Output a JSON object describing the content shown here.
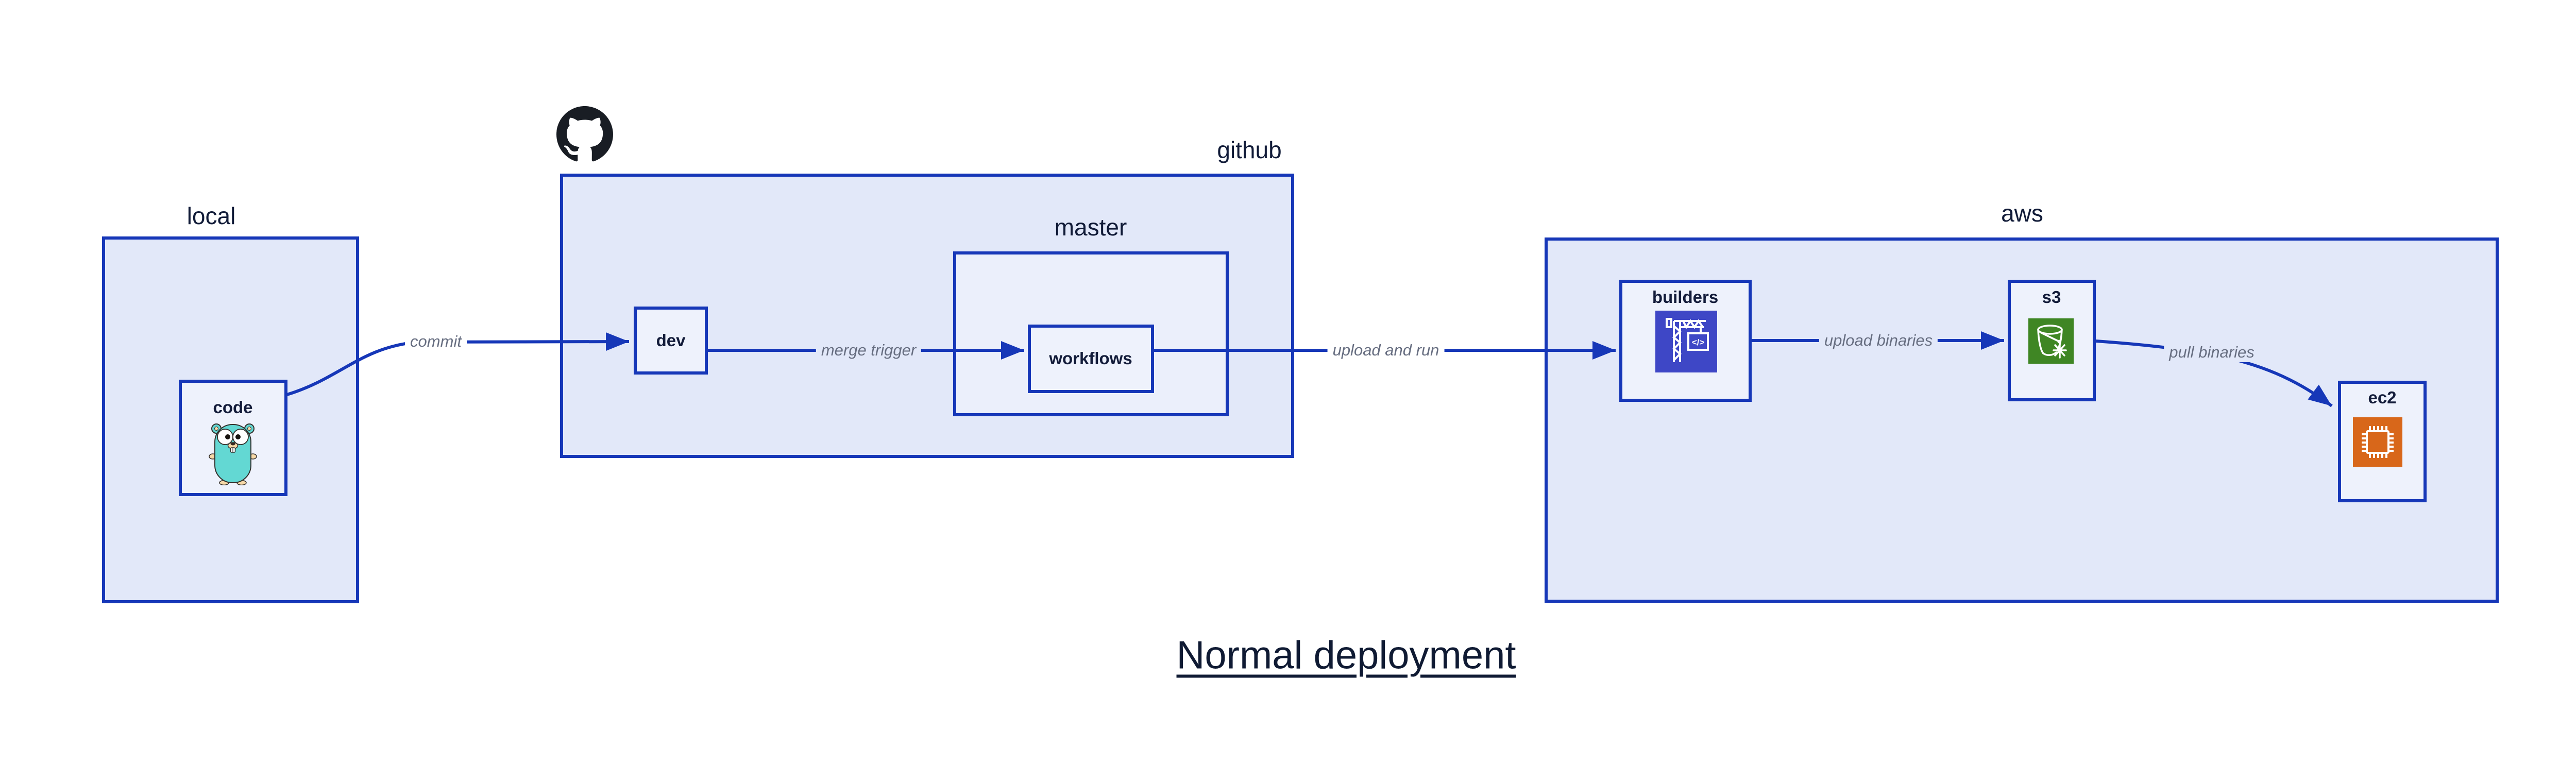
{
  "diagram": {
    "title": "Normal deployment",
    "containers": {
      "local": {
        "label": "local"
      },
      "github": {
        "label": "github"
      },
      "master": {
        "label": "master"
      },
      "aws": {
        "label": "aws"
      }
    },
    "nodes": {
      "code": {
        "label": "code"
      },
      "dev": {
        "label": "dev"
      },
      "workflows": {
        "label": "workflows"
      },
      "builders": {
        "label": "builders"
      },
      "s3": {
        "label": "s3"
      },
      "ec2": {
        "label": "ec2"
      }
    },
    "edges": {
      "commit": {
        "label": "commit"
      },
      "merge_trigger": {
        "label": "merge trigger"
      },
      "upload_and_run": {
        "label": "upload and run"
      },
      "upload_binaries": {
        "label": "upload binaries"
      },
      "pull_binaries": {
        "label": "pull binaries"
      }
    },
    "icons": {
      "github_logo": "github-octocat-icon",
      "code": "go-gopher-icon",
      "builders": "aws-codebuild-icon",
      "s3": "aws-s3-glacier-icon",
      "ec2": "aws-ec2-icon"
    },
    "colors": {
      "border_blue": "#1637b8",
      "container_fill": "#e2e8f9",
      "subgraph_fill": "#ebeffb",
      "node_fill": "#eef2fc",
      "text_dark": "#131c3a",
      "edge_label_gray": "#666d80",
      "codebuild_purple": "#3e47c6",
      "s3_green": "#3f8624",
      "ec2_orange": "#d8671a",
      "github_black": "#191d24",
      "gopher_teal": "#63d8d3"
    }
  }
}
